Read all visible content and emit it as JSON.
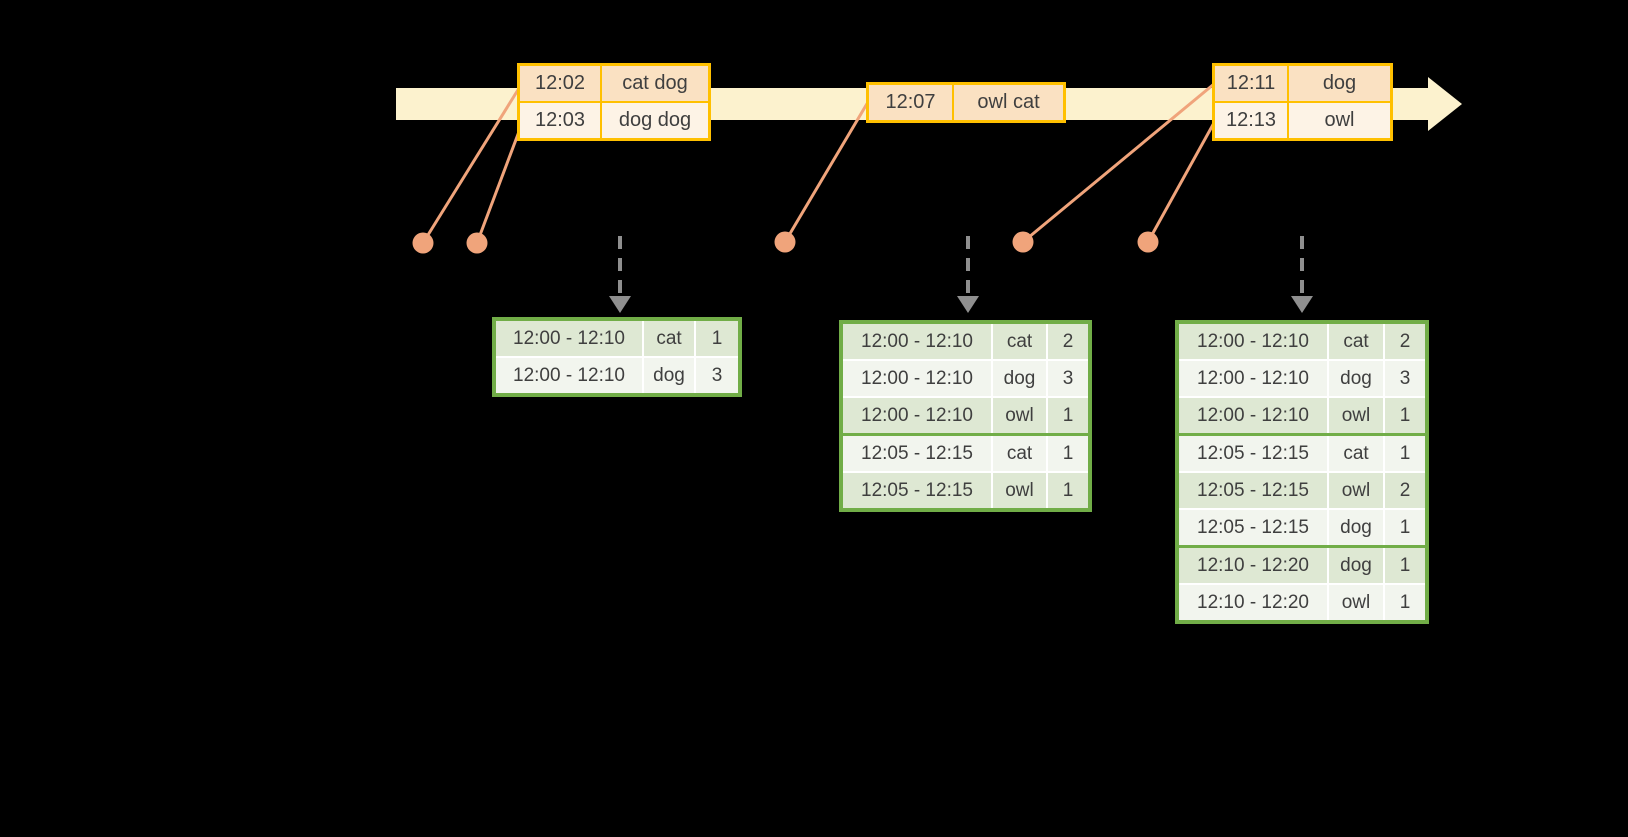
{
  "colors": {
    "background": "#000000",
    "timeline_band": "#FCF2CE",
    "event_border": "#FFC000",
    "event_row_dark": "#FAE1C2",
    "event_row_light": "#FDF3E6",
    "connector": "#F0A47B",
    "result_border": "#71AD47",
    "result_grid": "#FFFFFF",
    "result_row_dark": "#DEE8D3",
    "result_row_light": "#F2F5EE",
    "arrow_gray": "#8F8F8F",
    "text": "#3F3F3F"
  },
  "icons": {
    "timeline_arrow": "right-arrow-band",
    "event_time_dot": "filled-circle",
    "trigger_arrow": "dashed-down-arrow"
  },
  "timeline": {
    "event_tables": [
      {
        "rows": [
          {
            "time": "12:02",
            "words": "cat dog"
          },
          {
            "time": "12:03",
            "words": "dog dog"
          }
        ]
      },
      {
        "rows": [
          {
            "time": "12:07",
            "words": "owl cat"
          }
        ]
      },
      {
        "rows": [
          {
            "time": "12:11",
            "words": "dog"
          },
          {
            "time": "12:13",
            "words": "owl"
          }
        ]
      }
    ]
  },
  "result_tables": [
    {
      "rows": [
        {
          "window": "12:00 - 12:10",
          "word": "cat",
          "count": "1"
        },
        {
          "window": "12:00 - 12:10",
          "word": "dog",
          "count": "3"
        }
      ]
    },
    {
      "rows": [
        {
          "window": "12:00 - 12:10",
          "word": "cat",
          "count": "2"
        },
        {
          "window": "12:00 - 12:10",
          "word": "dog",
          "count": "3"
        },
        {
          "window": "12:00 - 12:10",
          "word": "owl",
          "count": "1"
        },
        {
          "window": "12:05 - 12:15",
          "word": "cat",
          "count": "1"
        },
        {
          "window": "12:05 - 12:15",
          "word": "owl",
          "count": "1"
        }
      ]
    },
    {
      "rows": [
        {
          "window": "12:00 - 12:10",
          "word": "cat",
          "count": "2"
        },
        {
          "window": "12:00 - 12:10",
          "word": "dog",
          "count": "3"
        },
        {
          "window": "12:00 - 12:10",
          "word": "owl",
          "count": "1"
        },
        {
          "window": "12:05 - 12:15",
          "word": "cat",
          "count": "1"
        },
        {
          "window": "12:05 - 12:15",
          "word": "owl",
          "count": "2"
        },
        {
          "window": "12:05 - 12:15",
          "word": "dog",
          "count": "1"
        },
        {
          "window": "12:10 - 12:20",
          "word": "dog",
          "count": "1"
        },
        {
          "window": "12:10 - 12:20",
          "word": "owl",
          "count": "1"
        }
      ]
    }
  ]
}
